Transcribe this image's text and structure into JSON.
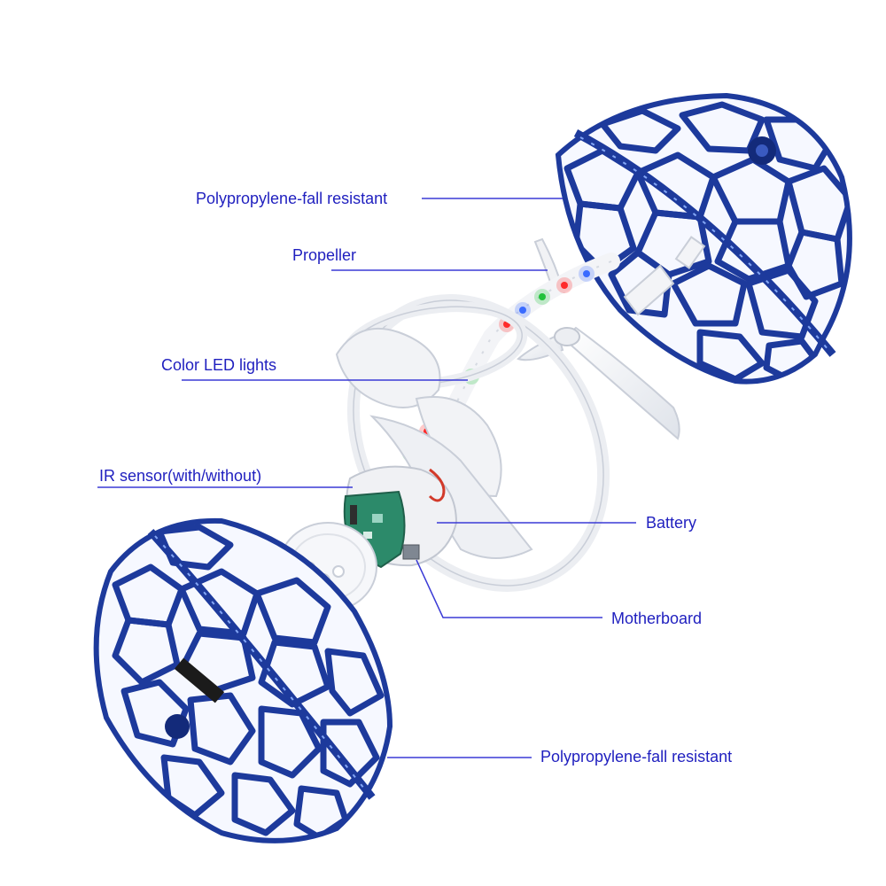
{
  "colors": {
    "label_text": "#1f1fbf",
    "leader_line": "#3a3ad6",
    "cage_blue": "#1d3a9c",
    "cage_light": "#8fb2ff",
    "plastic": "#eef0f4",
    "plastic_edge": "#c9ced8",
    "board_green": "#2c8a6a",
    "motor_red": "#d23a2a"
  },
  "led_colors": [
    "#3a6bff",
    "#ff2a2a",
    "#22c23a",
    "#3a6bff",
    "#ff2a2a",
    "#22c23a",
    "#3a6bff",
    "#ff2a2a",
    "#22c23a",
    "#3a6bff"
  ],
  "labels": {
    "shell_top": "Polypropylene-fall resistant",
    "propeller": "Propeller",
    "led": "Color LED lights",
    "ir_sensor": "IR sensor(with/without)",
    "battery": "Battery",
    "motherboard": "Motherboard",
    "shell_bottom": "Polypropylene-fall resistant"
  }
}
